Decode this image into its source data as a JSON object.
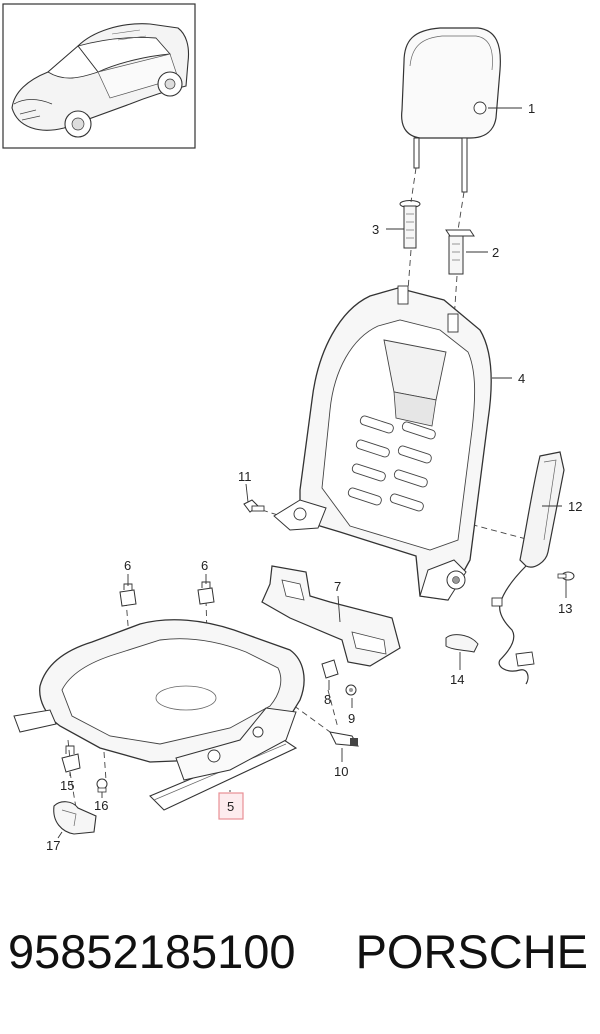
{
  "callouts": {
    "c1": "1",
    "c2": "2",
    "c3": "3",
    "c4": "4",
    "c5": "5",
    "c6a": "6",
    "c6b": "6",
    "c7": "7",
    "c8": "8",
    "c9": "9",
    "c10": "10",
    "c11": "11",
    "c12": "12",
    "c13": "13",
    "c14": "14",
    "c15": "15",
    "c16": "16",
    "c17": "17"
  },
  "footer": {
    "part_number": "95852185100",
    "brand": "PORSCHE"
  },
  "colors": {
    "line": "#333333",
    "highlight_box": "#e88f95",
    "highlight_fill": "#fdecee"
  }
}
